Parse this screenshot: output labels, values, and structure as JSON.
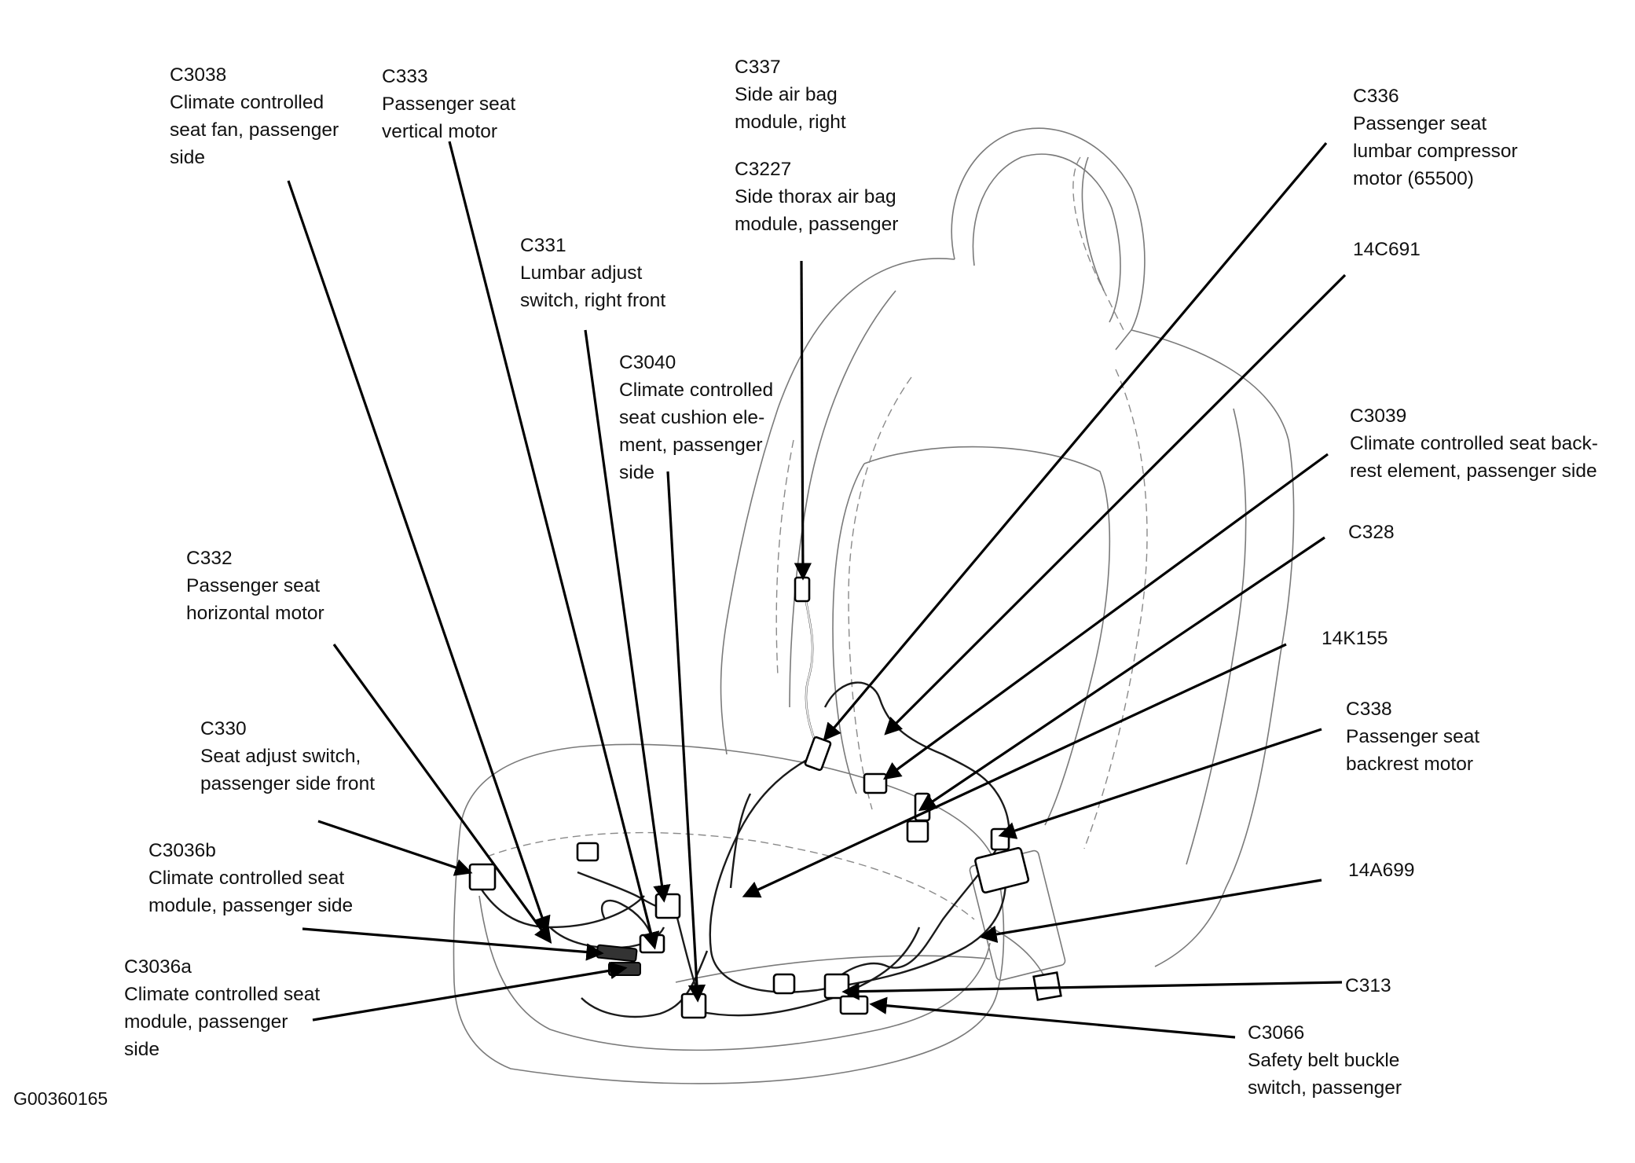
{
  "figure_id": "G00360165",
  "callouts": [
    {
      "id": "c3038",
      "code": "C3038",
      "lines": [
        "Climate controlled",
        "seat fan, passenger",
        "side"
      ]
    },
    {
      "id": "c333",
      "code": "C333",
      "lines": [
        "Passenger seat",
        "vertical motor"
      ]
    },
    {
      "id": "c337",
      "code": "C337",
      "lines": [
        "Side air bag",
        "module, right"
      ]
    },
    {
      "id": "c3227",
      "code": "C3227",
      "lines": [
        "Side thorax air bag",
        "module, passenger"
      ]
    },
    {
      "id": "c336",
      "code": "C336",
      "lines": [
        "Passenger seat",
        "lumbar compressor",
        "motor (65500)"
      ]
    },
    {
      "id": "c331",
      "code": "C331",
      "lines": [
        "Lumbar adjust",
        "switch, right front"
      ]
    },
    {
      "id": "c3040",
      "code": "C3040",
      "lines": [
        "Climate controlled",
        "seat cushion ele-",
        "ment, passenger",
        "side"
      ]
    },
    {
      "id": "14c691",
      "code": "14C691",
      "lines": []
    },
    {
      "id": "c3039",
      "code": "C3039",
      "lines": [
        "Climate controlled seat back-",
        "rest element, passenger side"
      ]
    },
    {
      "id": "c332",
      "code": "C332",
      "lines": [
        "Passenger seat",
        "horizontal motor"
      ]
    },
    {
      "id": "c328",
      "code": "C328",
      "lines": []
    },
    {
      "id": "14k155",
      "code": "14K155",
      "lines": []
    },
    {
      "id": "c330",
      "code": "C330",
      "lines": [
        "Seat adjust switch,",
        "passenger side front"
      ]
    },
    {
      "id": "c338",
      "code": "C338",
      "lines": [
        "Passenger seat",
        "backrest motor"
      ]
    },
    {
      "id": "c3036b",
      "code": "C3036b",
      "lines": [
        "Climate controlled seat",
        "module, passenger side"
      ]
    },
    {
      "id": "14a699",
      "code": "14A699",
      "lines": []
    },
    {
      "id": "c3036a",
      "code": "C3036a",
      "lines": [
        "Climate controlled seat",
        "module, passenger",
        "side"
      ]
    },
    {
      "id": "c313",
      "code": "C313",
      "lines": []
    },
    {
      "id": "c3066",
      "code": "C3066",
      "lines": [
        "Safety belt buckle",
        "switch, passenger"
      ]
    }
  ]
}
